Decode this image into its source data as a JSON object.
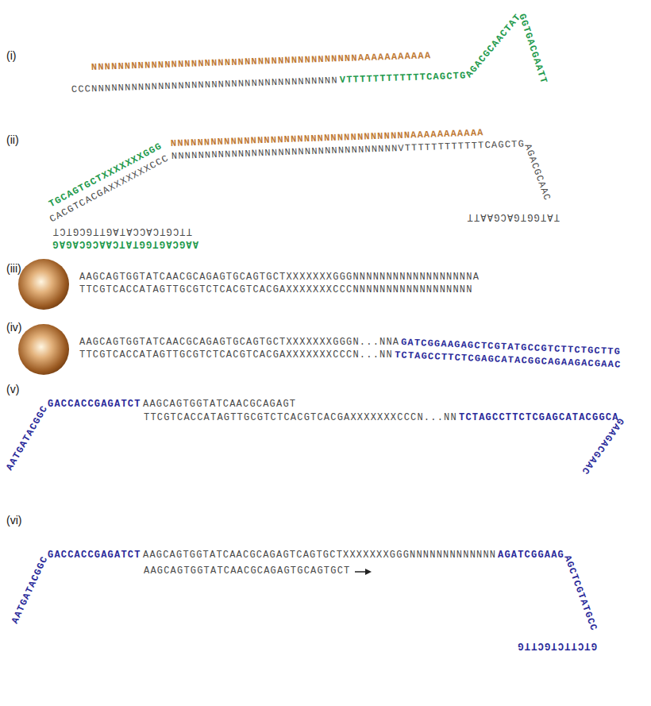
{
  "diagram": {
    "labels": [
      "(i)",
      "NNNNNNNNNNNNNNNNNNNNNNNNNNNNNNNNNNNNNNNNAAAAAAAAAAA",
      "CCCNNNNNNNNNNNNNNNNNNNNNNNNNNNNNNNNNNNNN",
      "VTTTTTTTTTTTTCAGCTG",
      "AGACGCAACTAT",
      "GGTGACGAATT",
      "(ii)",
      "NNNNNNNNNNNNNNNNNNNNNNNNNNNNNNNNNNNNAAAAAAAAAAA",
      "NNNNNNNNNNNNNNNNNNNNNNNNNNNNNNNNNNVTTTTTTTTTTTTCAGCTG",
      "AGACGCAAC",
      "TATGGTGACGAATT",
      "CACGTCACGAXXXXXXXCCC",
      "TTCGTCACCATAGTTGCGTCT",
      "TGCAGTGCTXXXXXXXGGG",
      "AAGCAGTGGTATCAACGCAGAG",
      "(iii)",
      "AAGCAGTGGTATCAACGCAGAGTGCAGTGCTXXXXXXXGGGNNNNNNNNNNNNNNNNNNA",
      "TTCGTCACCATAGTTGCGTCTCACGTCACGAXXXXXXXCCCNNNNNNNNNNNNNNNNNN",
      "(iv)",
      "AAGCAGTGGTATCAACGCAGAGTGCAGTGCTXXXXXXXGGGN...NNA",
      "GATCGGAAGAGCTCGTATGCCGTCTTCTGCTTG",
      "TTCGTCACCATAGTTGCGTCTCACGTCACGAXXXXXXXCCCN...NN",
      "TCTAGCCTTCTCGAGCATACGGCAGAAGACGAAC",
      "(v)",
      "AATGATACGGC",
      "GACCACCGAGATCT",
      "AAGCAGTGGTATCAACGCAGAGT",
      "TTCGTCACCATAGTTGCGTCTCACGTCACGAXXXXXXXCCCN...NN",
      "TCTAGCCTTCTCGAGCATACGGCA",
      "GAAGACGAAC",
      "(vi)",
      "AATGATACGGC",
      "GACCACCGAGATCT",
      "AAGCAGTGGTATCAACGCAGAGTCAGTGCTXXXXXXXGGGNNNNNNNNNNNNN",
      "AGATCGGAAG",
      "AGCTCGTATGCC",
      "GTCTTCTGCTTG",
      "AAGCAGTGGTATCAACGCAGAGTGCAGTGCT"
    ]
  }
}
